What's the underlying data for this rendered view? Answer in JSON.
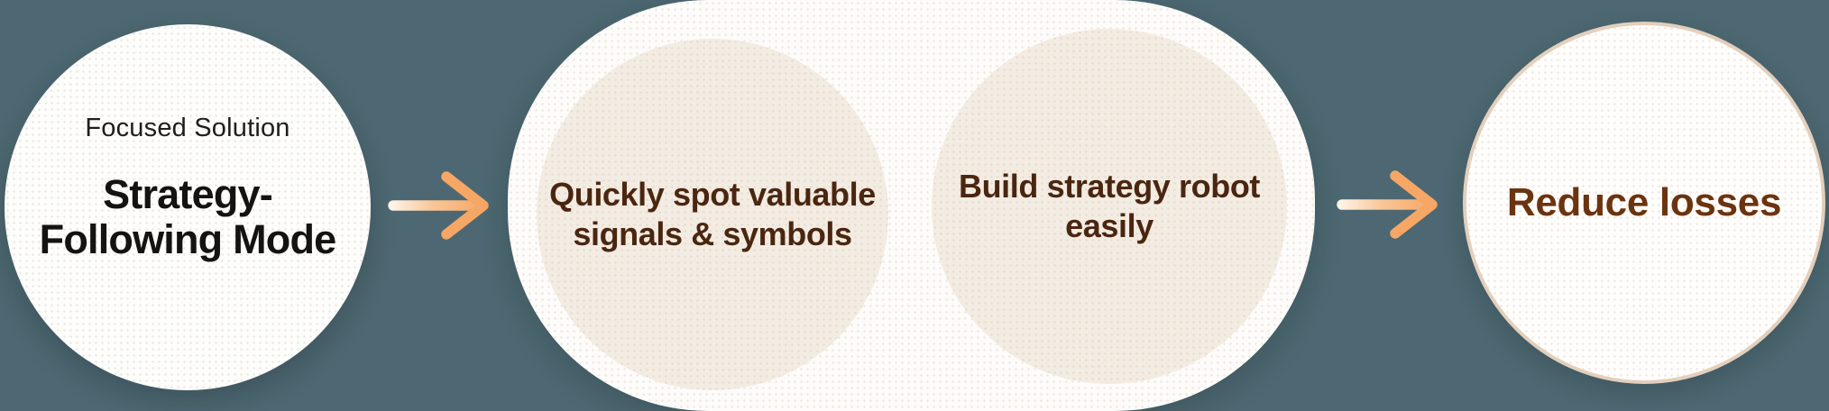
{
  "colors": {
    "background": "#4d6872",
    "card_white": "#fdfdfc",
    "bubble_beige": "#f3ece2",
    "eyebrow_text": "#211d1b",
    "title_text": "#141312",
    "bubble_text_brown": "#4a2611",
    "result_text_brown": "#6b3410",
    "arrow_orange": "#f6a765",
    "arrow_light": "#fdf2e4",
    "result_circle_border": "#e3cfbc"
  },
  "stage1": {
    "eyebrow": "Focused Solution",
    "title_line1": "Strategy-",
    "title_line2": "Following Mode"
  },
  "bubbles": [
    {
      "line1": "Quickly spot valuable",
      "line2": "signals & symbols"
    },
    {
      "line1": "Build strategy robot",
      "line2": "easily"
    }
  ],
  "stage3": {
    "title": "Reduce losses"
  },
  "icons": {
    "arrow1": "arrow-right-icon",
    "arrow2": "arrow-right-icon"
  }
}
